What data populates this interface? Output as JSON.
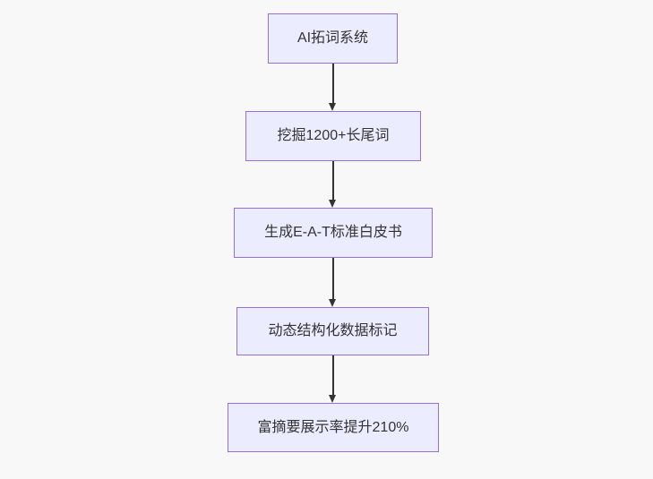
{
  "flowchart": {
    "type": "flowchart",
    "direction": "top-down",
    "nodes": [
      {
        "label": "AI拓词系统"
      },
      {
        "label": "挖掘1200+长尾词"
      },
      {
        "label": "生成E-A-T标准白皮书"
      },
      {
        "label": "动态结构化数据标记"
      },
      {
        "label": "富摘要展示率提升210%"
      }
    ],
    "edges": [
      {
        "from": "AI拓词系统",
        "to": "挖掘1200+长尾词"
      },
      {
        "from": "挖掘1200+长尾词",
        "to": "生成E-A-T标准白皮书"
      },
      {
        "from": "生成E-A-T标准白皮书",
        "to": "动态结构化数据标记"
      },
      {
        "from": "动态结构化数据标记",
        "to": "富摘要展示率提升210%"
      }
    ]
  },
  "colors": {
    "background": "#f8f8f8",
    "node_fill": "#ececff",
    "node_border": "#9370db",
    "arrow": "#333333",
    "text": "#333333"
  }
}
